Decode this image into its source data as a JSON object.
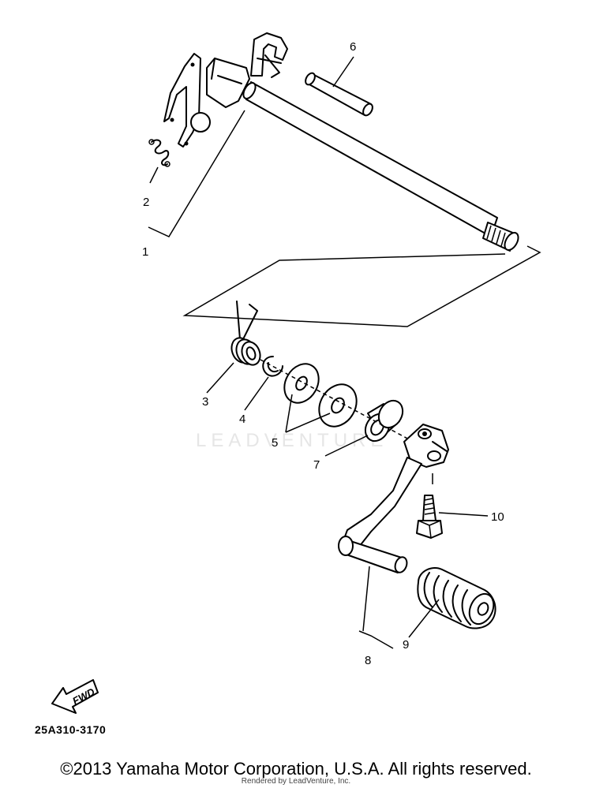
{
  "callouts": {
    "c1": "1",
    "c2": "2",
    "c3": "3",
    "c4": "4",
    "c5": "5",
    "c6": "6",
    "c7": "7",
    "c8": "8",
    "c9": "9",
    "c10": "10"
  },
  "fwd_label": "FWD",
  "diagram_code": "25A310-3170",
  "watermark": "LEADVENTURE",
  "copyright": "©2013 Yamaha Motor Corporation, U.S.A. All rights reserved.",
  "rendered_by": "Rendered by LeadVenture, Inc."
}
